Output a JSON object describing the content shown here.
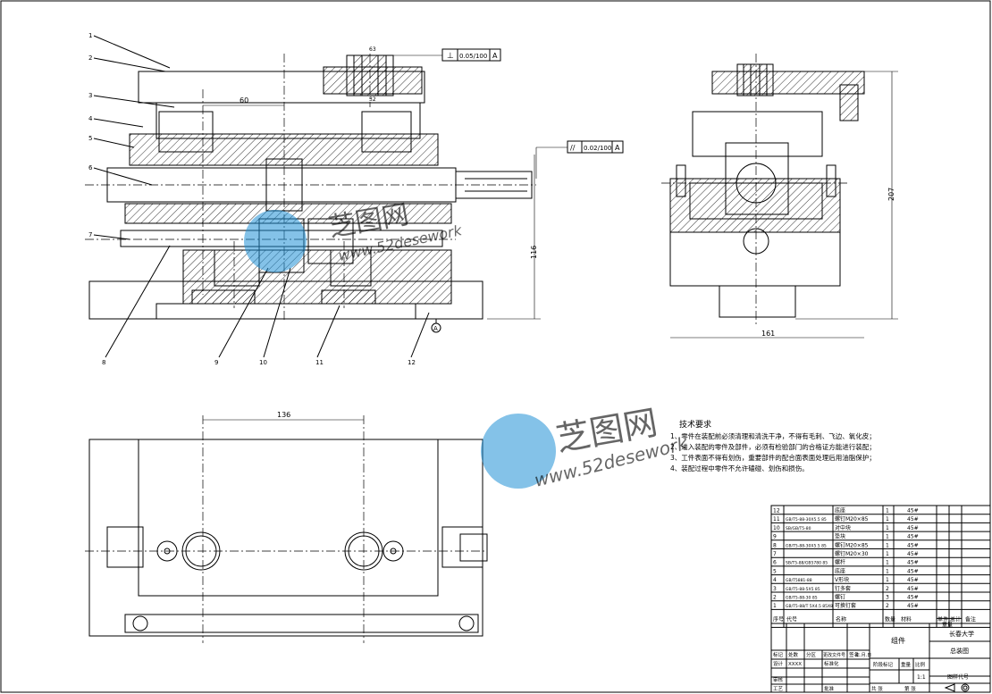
{
  "leaders": [
    "1",
    "2",
    "3",
    "4",
    "5",
    "6",
    "7",
    "8",
    "9",
    "10",
    "11",
    "12"
  ],
  "dims": {
    "top_h1": "63",
    "top_h2": "32",
    "d60": "60",
    "d116": "116",
    "d207": "207",
    "d161": "161",
    "d136": "136",
    "tol1": "0.05/100",
    "tol2": "0.02/100",
    "datum": "A"
  },
  "watermark": {
    "brand": "芝图网",
    "url": "www.52desework"
  },
  "tech": {
    "title": "技术要求",
    "items": [
      "1、零件在装配前必须清理和清洗干净，不得有毛刺、飞边、氧化皮；",
      "2、进入装配的零件及部件，必须有检验部门的合格证方能进行装配；",
      "3、工件表面不得有划伤，重要部件的配合面表面处理后用油脂保护；",
      "4、装配过程中零件不允许磕碰、划伤和损伤。"
    ]
  },
  "bom": {
    "rows": [
      {
        "no": "12",
        "code": "",
        "name": "底座",
        "qty": "1",
        "mat": "45#"
      },
      {
        "no": "11",
        "code": "GB/T5-88-30X5.5 85",
        "name": "螺钉M20×85",
        "qty": "1",
        "mat": "45#"
      },
      {
        "no": "10",
        "code": "SB/GB/T5-80",
        "name": "对中块",
        "qty": "1",
        "mat": "45#"
      },
      {
        "no": "9",
        "code": "",
        "name": "垫块",
        "qty": "1",
        "mat": "45#"
      },
      {
        "no": "8",
        "code": "GB/T5-88-30X5.5 85",
        "name": "螺钉M20×85",
        "qty": "1",
        "mat": "45#"
      },
      {
        "no": "7",
        "code": "",
        "name": "螺钉M20×30",
        "qty": "1",
        "mat": "45#"
      },
      {
        "no": "6",
        "code": "SB/T5-88/GB5780 85",
        "name": "螺杆",
        "qty": "1",
        "mat": "45#"
      },
      {
        "no": "5",
        "code": "",
        "name": "底座",
        "qty": "1",
        "mat": "45#"
      },
      {
        "no": "4",
        "code": "GB/T5881-88",
        "name": "V形块",
        "qty": "1",
        "mat": "45#"
      },
      {
        "no": "3",
        "code": "GB/T5-88-5X5 85",
        "name": "钉多套",
        "qty": "2",
        "mat": "45#"
      },
      {
        "no": "2",
        "code": "GB/T5-88-30 85",
        "name": "螺钉",
        "qty": "3",
        "mat": "45#"
      },
      {
        "no": "1",
        "code": "GB/T5-88/T 5X4.5 85X8",
        "name": "可换钉套",
        "qty": "2",
        "mat": "45#"
      }
    ],
    "header": {
      "no": "序号",
      "code": "代号",
      "name": "名称",
      "qty": "数量",
      "mat": "材料",
      "unit_weight": "单件",
      "total_weight": "总计",
      "weight": "重量",
      "remark": "备注"
    }
  },
  "title_block": {
    "part_name": "组件",
    "school": "长春大学",
    "drawing_title": "总装图",
    "drawing_no": "图样代号",
    "mark": "标记",
    "count": "处数",
    "zone": "分区",
    "change_doc": "更改文件号",
    "sign": "签名",
    "date": "年.月.日",
    "design": "设计",
    "design_val": "XXXX",
    "std": "标准化",
    "stage": "阶段标记",
    "weight": "重量",
    "scale": "比例",
    "scale_val": "1:1",
    "check": "审核",
    "process": "工艺",
    "approve": "批准",
    "sheets": "共 张",
    "sheet": "第 张"
  }
}
